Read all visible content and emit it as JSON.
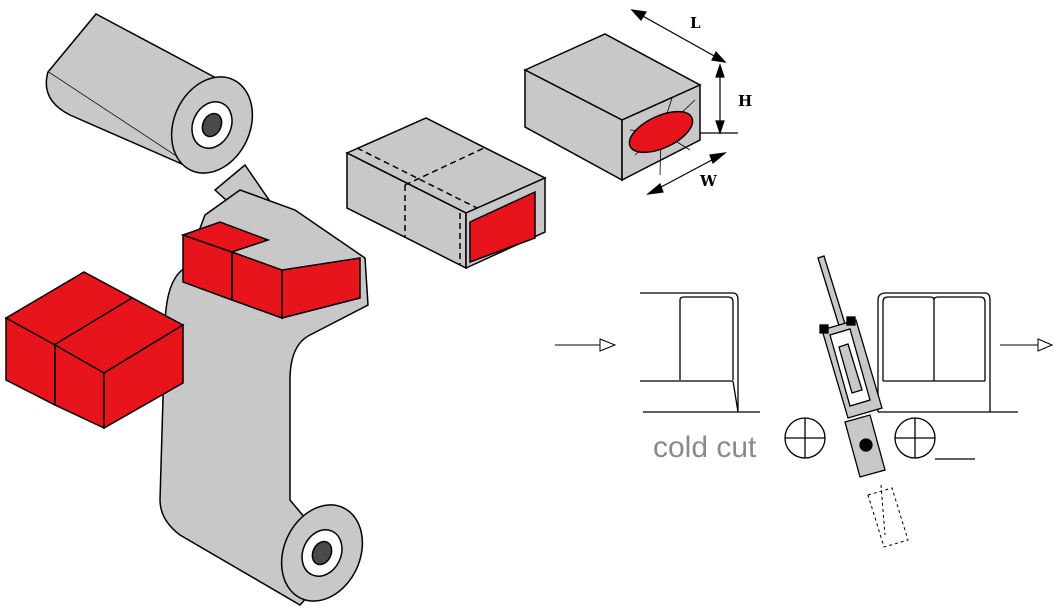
{
  "labels": {
    "length": "L",
    "height": "H",
    "width": "W",
    "cold_cut": "cold cut"
  },
  "colors": {
    "film_gray": "#c8c8c8",
    "product_red": "#e8141c",
    "outline": "#000000",
    "cut_label_gray": "#8a8a8a"
  }
}
